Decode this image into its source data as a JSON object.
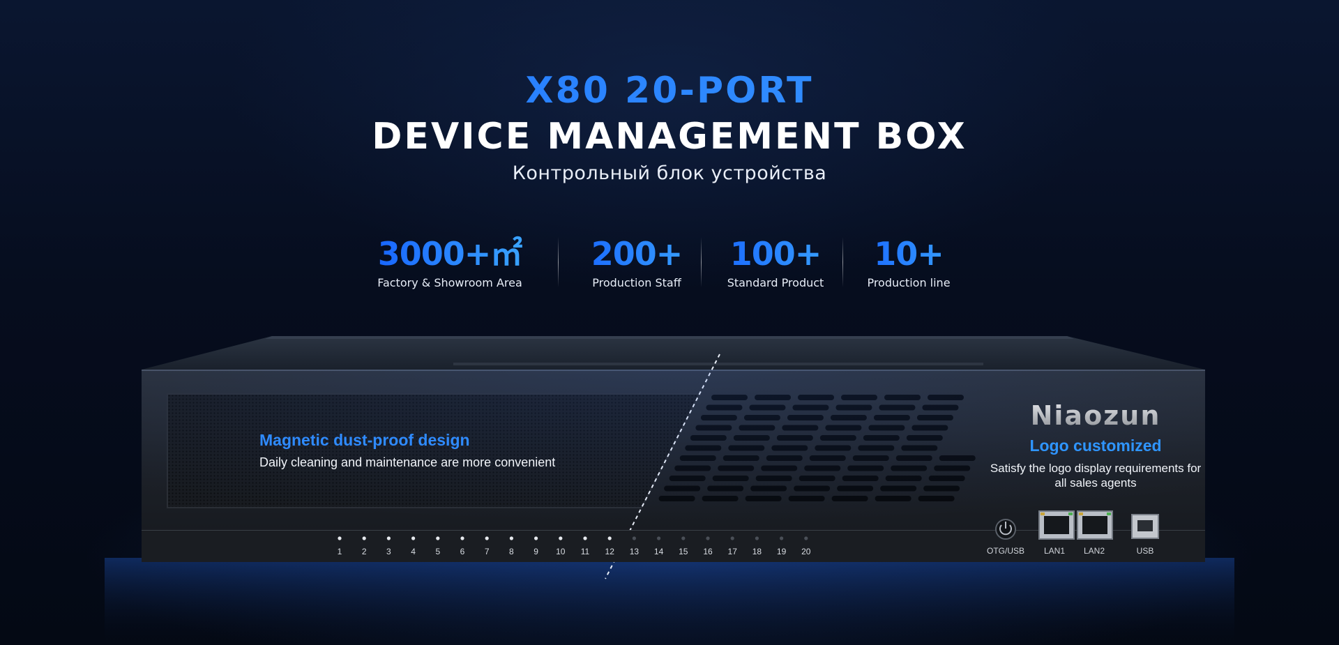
{
  "header": {
    "title_line1": "X80 20-PORT",
    "title_line2": "DEVICE MANAGEMENT BOX",
    "subtitle": "Контрольный блок устройства"
  },
  "stats": [
    {
      "value": "3000+㎡",
      "label": "Factory & Showroom Area"
    },
    {
      "value": "200+",
      "label": "Production Staff"
    },
    {
      "value": "100+",
      "label": "Standard Product"
    },
    {
      "value": "10+",
      "label": "Production line"
    }
  ],
  "device": {
    "brand": "Niaozun",
    "left_feature": {
      "title": "Magnetic dust-proof design",
      "text": "Daily cleaning and maintenance are more convenient"
    },
    "right_feature": {
      "title": "Logo customized",
      "text": "Satisfy the logo display requirements for all sales agents"
    },
    "port_numbers": [
      "1",
      "2",
      "3",
      "4",
      "5",
      "6",
      "7",
      "8",
      "9",
      "10",
      "11",
      "12",
      "13",
      "14",
      "15",
      "16",
      "17",
      "18",
      "19",
      "20"
    ],
    "panel_labels": {
      "otg": "OTG/USB",
      "lan1": "LAN1",
      "lan2": "LAN2",
      "usb": "USB"
    }
  },
  "colors": {
    "accent_blue": "#1f7bff",
    "background": "#050b18"
  }
}
